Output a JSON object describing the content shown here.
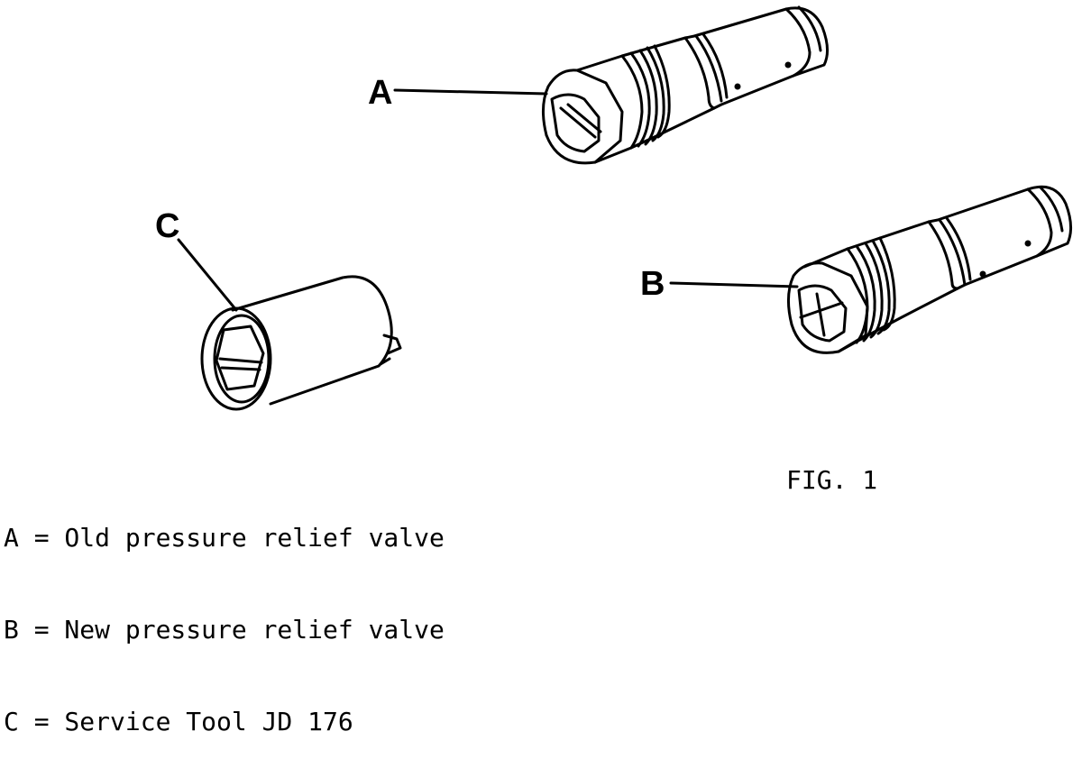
{
  "callouts": {
    "a": "A",
    "b": "B",
    "c": "C"
  },
  "legend": [
    {
      "key": "A",
      "text": "A = Old pressure relief valve"
    },
    {
      "key": "B",
      "text": "B = New pressure relief valve"
    },
    {
      "key": "C",
      "text": "C = Service Tool JD 176"
    }
  ],
  "figure_label": "FIG. 1"
}
